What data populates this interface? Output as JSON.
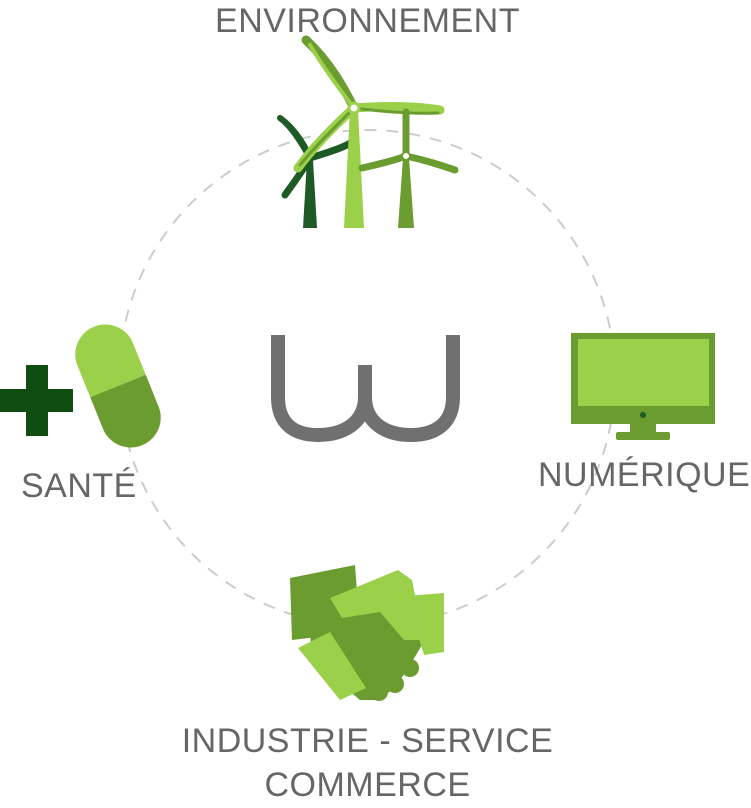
{
  "sectors": {
    "environment": {
      "label": "ENVIRONNEMENT",
      "icon": "wind-turbines-icon"
    },
    "health": {
      "label": "SANTÉ",
      "icon": "pill-and-cross-icon"
    },
    "digital": {
      "label": "NUMÉRIQUE",
      "icon": "computer-monitor-icon"
    },
    "industry": {
      "label_line1": "INDUSTRIE - SERVICE",
      "label_line2": "COMMERCE",
      "icon": "handshake-icon"
    }
  },
  "center_logo": {
    "icon": "w-logo-icon"
  },
  "colors": {
    "light_green": "#9ad04a",
    "mid_green": "#6b9c2f",
    "dark_green": "#1e5a25",
    "cross_green": "#0f4d10",
    "label_gray": "#666666",
    "logo_gray": "#707070",
    "circle_dash": "#cccccc"
  }
}
